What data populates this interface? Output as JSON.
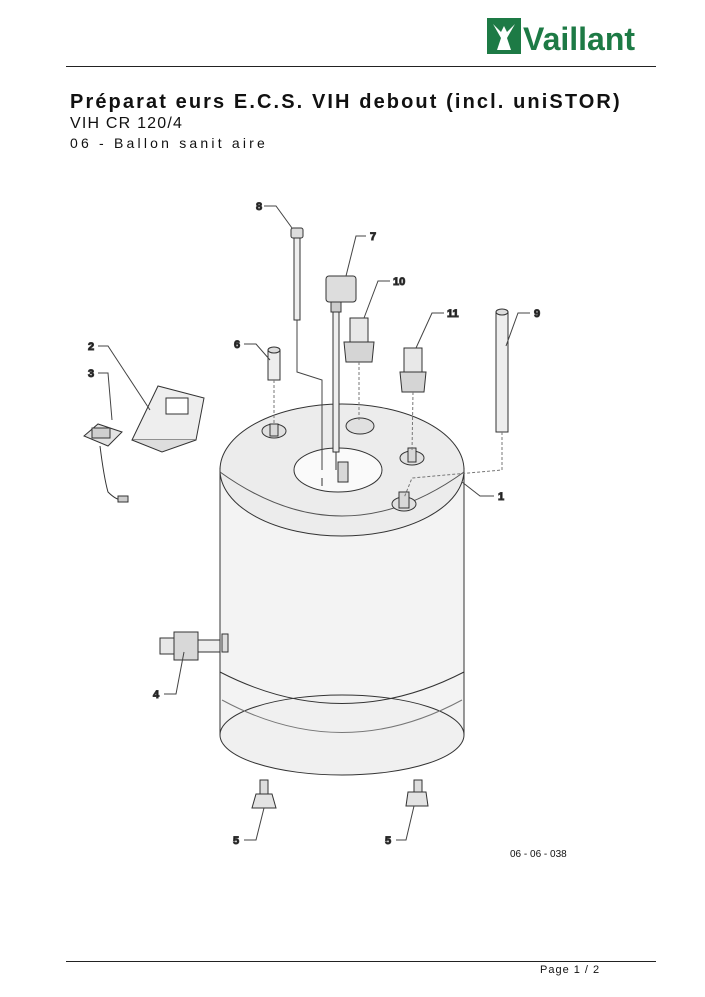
{
  "brand": {
    "name": "Vaillant",
    "color": "#1d7a45"
  },
  "header": {
    "title": "Préparat eurs E.C.S. VIH debout (incl. uniSTOR)",
    "model": "VIH CR 120/4",
    "section": "06 - Ballon sanit aire"
  },
  "drawing": {
    "reference": "06 - 06 - 038",
    "callouts": [
      "1",
      "2",
      "3",
      "4",
      "5",
      "5",
      "6",
      "7",
      "8",
      "9",
      "10",
      "11"
    ]
  },
  "footer": {
    "page": "Page 1 / 2"
  }
}
